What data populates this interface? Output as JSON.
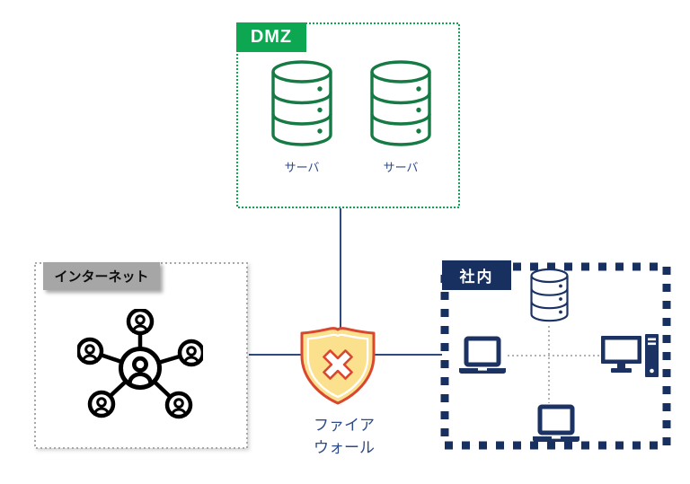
{
  "diagram": {
    "title": "network-security-diagram",
    "zones": {
      "dmz": {
        "label": "DMZ",
        "servers": [
          {
            "label": "サーバ",
            "icon": "database-icon"
          },
          {
            "label": "サーバ",
            "icon": "database-icon"
          }
        ]
      },
      "internet": {
        "label": "インターネット",
        "icon": "user-network-icon"
      },
      "internal": {
        "label": "社内",
        "icons": [
          "database-icon",
          "laptop-icon",
          "desktop-pc-icon",
          "laptop-icon"
        ]
      }
    },
    "firewall": {
      "label": "ファイア\nウォール",
      "icon": "shield-block-icon"
    },
    "colors": {
      "dmz_green": "#0ca750",
      "server_stroke_green": "#157a43",
      "navy_zone": "#17305f",
      "navy_icon": "#1b3263",
      "caption_navy": "#2e4a86",
      "gray_zone": "#a6a6a6",
      "shield_fill": "#fbe08e",
      "shield_stroke": "#d9472f",
      "connector_navy": "#2e4a7d",
      "internet_icon_black": "#000000",
      "background": "#ffffff"
    }
  }
}
